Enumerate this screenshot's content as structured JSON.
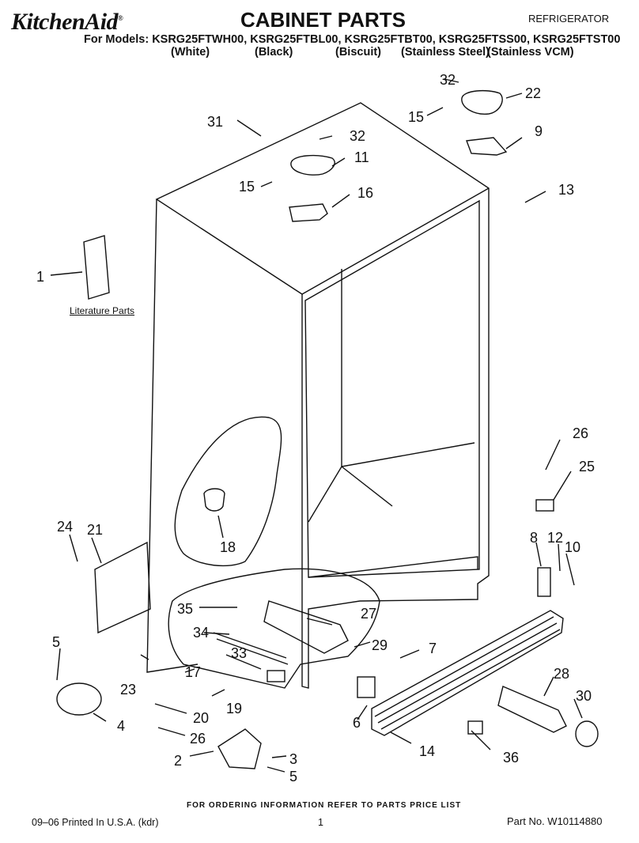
{
  "header": {
    "brand": "KitchenAid",
    "registered": "®",
    "title": "CABINET PARTS",
    "category": "REFRIGERATOR",
    "models_line": "For Models: KSRG25FTWH00, KSRG25FTBL00, KSRG25FTBT00, KSRG25FTSS00, KSRG25FTST00",
    "colors": [
      "(White)",
      "(Black)",
      "(Biscuit)",
      "(Stainless Steel)",
      "(Stainless VCM)"
    ]
  },
  "diagram": {
    "literature_label": "Literature Parts",
    "part_numbers": [
      "32",
      "22",
      "15",
      "9",
      "31",
      "32",
      "11",
      "15",
      "16",
      "13",
      "1",
      "26",
      "25",
      "24",
      "21",
      "18",
      "8",
      "12",
      "10",
      "35",
      "27",
      "34",
      "29",
      "7",
      "5",
      "33",
      "17",
      "23",
      "28",
      "30",
      "19",
      "20",
      "6",
      "4",
      "26",
      "14",
      "36",
      "2",
      "3",
      "5"
    ]
  },
  "footer": {
    "ordering": "FOR ORDERING INFORMATION REFER TO PARTS PRICE LIST",
    "printed": "09–06 Printed In U.S.A. (kdr)",
    "page": "1",
    "part_no": "Part No. W10114880"
  }
}
